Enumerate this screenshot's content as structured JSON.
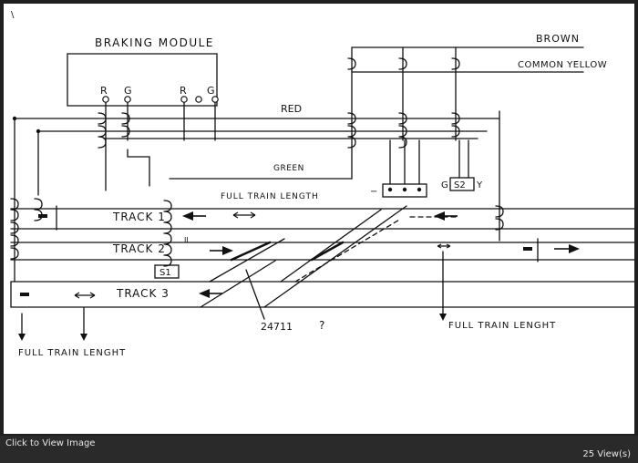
{
  "viewer": {
    "footer_link": "Click to View Image",
    "view_count": "25 View(s)"
  },
  "diagram": {
    "corner_mark": "\\",
    "braking_module": {
      "title": "BRAKING MODULE",
      "terminal_r1": "R",
      "terminal_g1": "G",
      "terminal_r2": "R",
      "terminal_g2": "G"
    },
    "wires": {
      "brown": "BROWN",
      "common_yellow": "COMMON YELLOW",
      "red": "RED",
      "green": "GREEN"
    },
    "tracks": {
      "track1": "TRACK 1",
      "track2": "TRACK 2",
      "track3": "TRACK 3"
    },
    "sensors": {
      "s1": "S1",
      "s2": "S2",
      "s2_g": "G",
      "s2_y": "Y"
    },
    "labels": {
      "full_train_length_top": "FULL TRAIN LENGTH",
      "full_train_lenght_right": "FULL TRAIN LENGHT",
      "full_train_lenght_left": "FULL TRAIN LENGHT",
      "part_number": "24711",
      "question": "?",
      "double_bar": "II",
      "minus": "−"
    },
    "colors": {
      "ink": "#111111",
      "paper": "#ffffff",
      "footer_bg": "#2a2a2a"
    }
  }
}
